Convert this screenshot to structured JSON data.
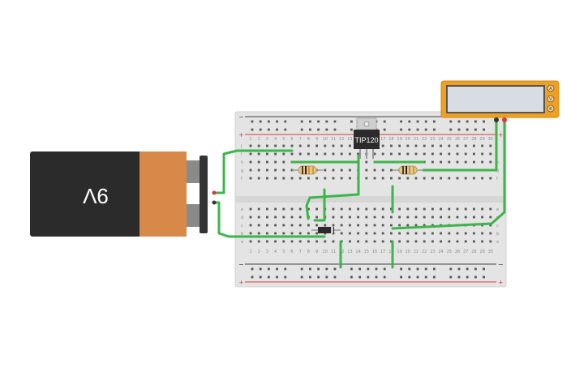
{
  "battery": {
    "label": "9V",
    "colors": {
      "body": "#2b2b2b",
      "cap": "#d8894a",
      "terminal": "#8a8a8a"
    }
  },
  "transistor": {
    "label": "TIP120",
    "color": "#2b2b2b",
    "tab": "#cfcfcf"
  },
  "multimeter": {
    "modes": [
      "A",
      "V",
      "R"
    ],
    "colors": {
      "body": "#f0a020",
      "screen": "#d7dde3"
    }
  },
  "breadboard": {
    "columns": 30,
    "column_numbers": [
      "1",
      "2",
      "3",
      "4",
      "5",
      "6",
      "7",
      "8",
      "9",
      "10",
      "11",
      "12",
      "13",
      "14",
      "15",
      "16",
      "17",
      "18",
      "19",
      "20",
      "21",
      "22",
      "23",
      "24",
      "25",
      "26",
      "27",
      "28",
      "29",
      "30"
    ],
    "top_rows": [
      "j",
      "i",
      "h",
      "g",
      "f"
    ],
    "bottom_rows": [
      "e",
      "d",
      "c",
      "b",
      "a"
    ],
    "rail_minus": "−",
    "rail_plus": "+",
    "colors": {
      "board": "#e4e4e4",
      "hole": "#555555",
      "rail_red": "#d83a3a",
      "rail_black": "#444444"
    }
  },
  "wire_color": "#3cb54a",
  "diode_color": "#2b2b2b"
}
